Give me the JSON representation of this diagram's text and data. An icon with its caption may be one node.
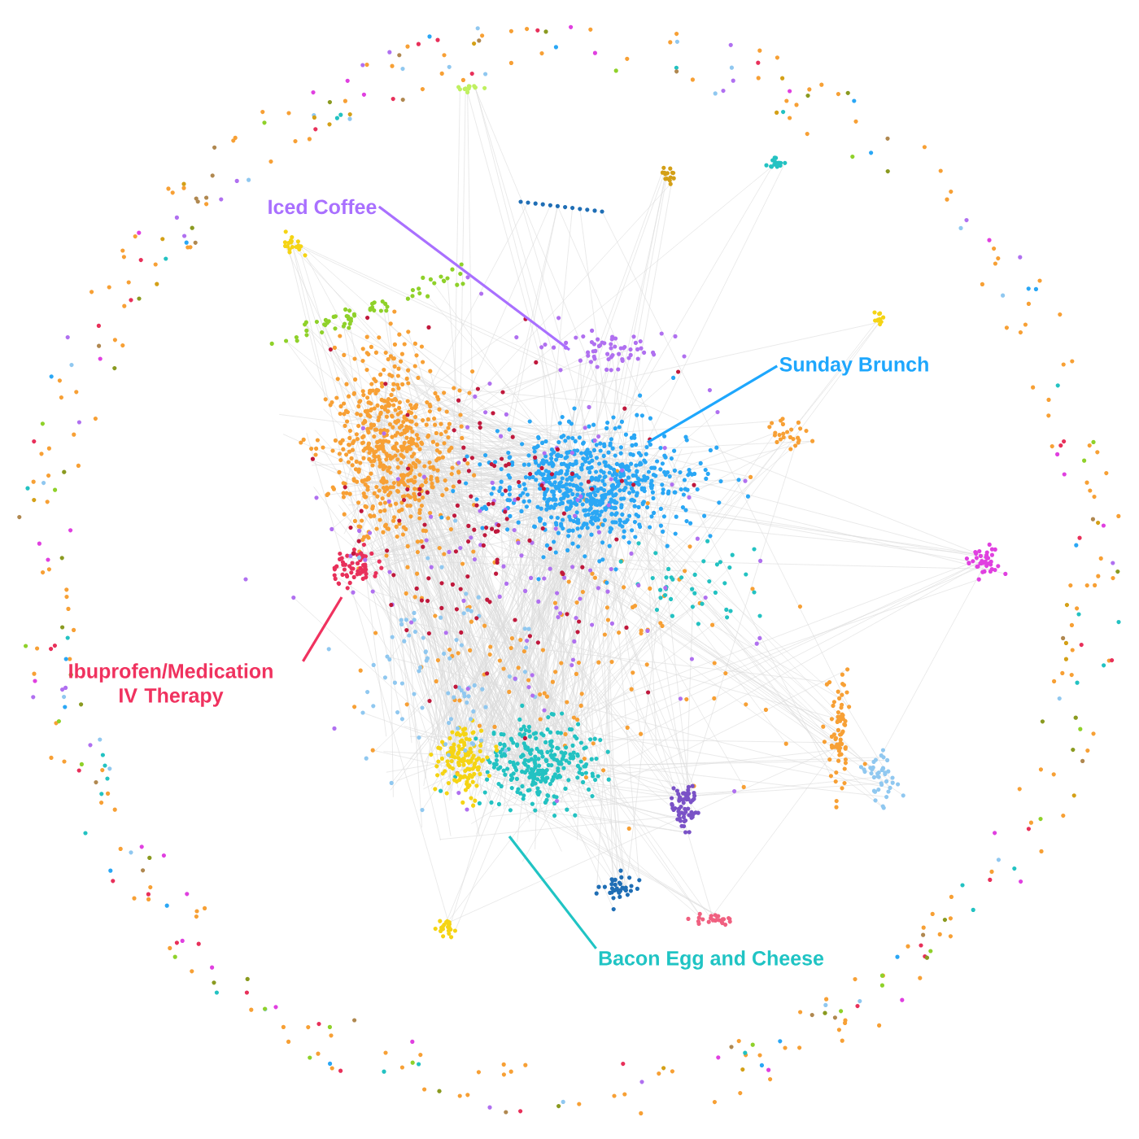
{
  "diagram": {
    "nodes": [
      {
        "text": [
          "Iced Coffee"
        ]
      },
      {
        "text": [
          "Sunday Brunch"
        ]
      },
      {
        "text": [
          "Ibuprofen/Medication IV Therapy"
        ]
      },
      {
        "text": [
          "Bacon Egg and Cheese"
        ]
      }
    ],
    "edges": [
      {
        "from": 0,
        "to": null,
        "arrow": "none",
        "color": "#a970ff"
      },
      {
        "from": 1,
        "to": null,
        "arrow": "none",
        "color": "#1ea7fd"
      },
      {
        "from": 2,
        "to": null,
        "arrow": "none",
        "color": "#f0325f"
      },
      {
        "from": 3,
        "to": null,
        "arrow": "none",
        "color": "#20c4c4"
      }
    ]
  }
}
